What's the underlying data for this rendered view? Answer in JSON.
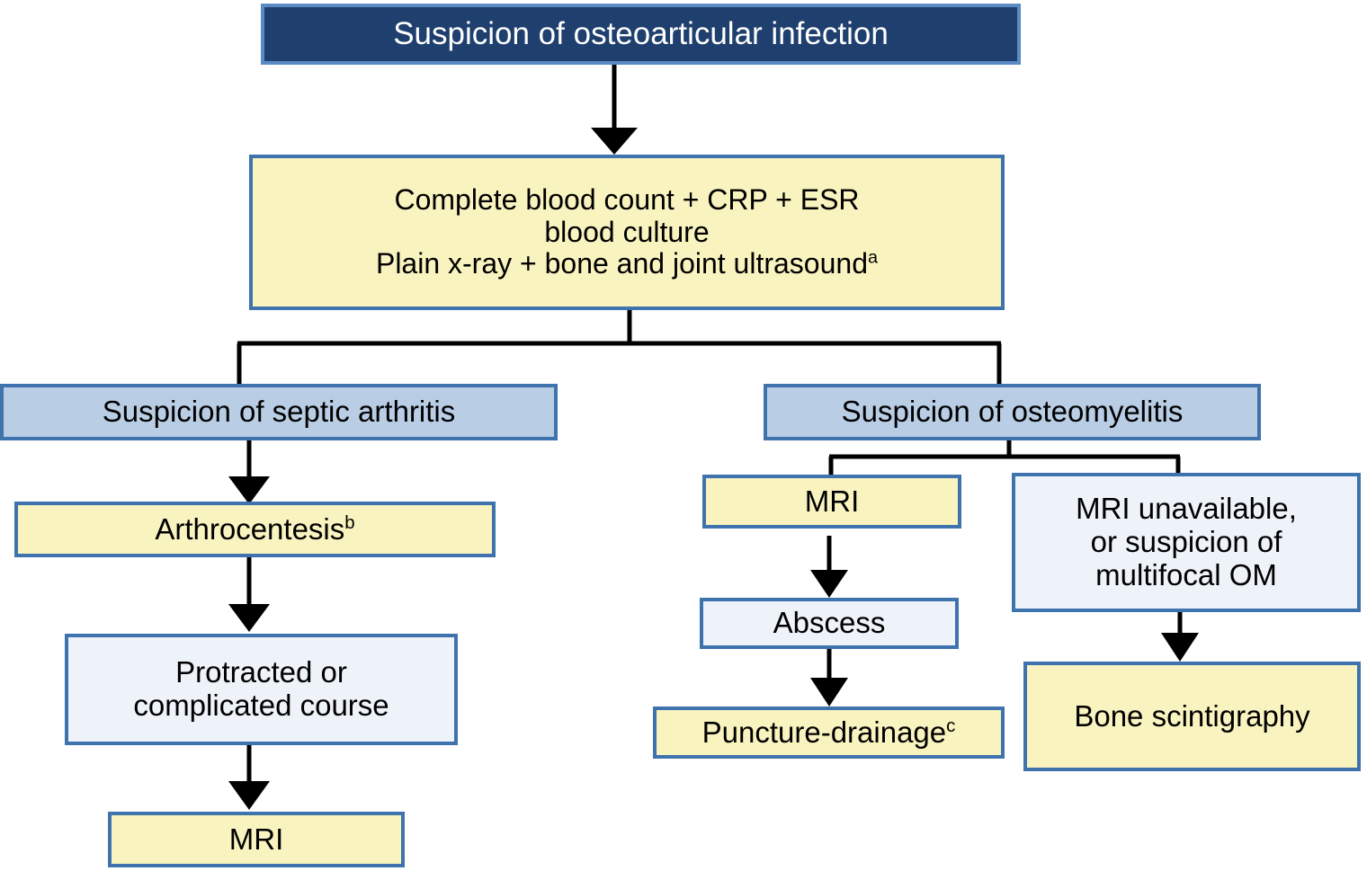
{
  "diagram": {
    "type": "flowchart",
    "title": "Suspicion of osteoarticular infection diagnostic algorithm",
    "colors": {
      "navy_fill": "#1f3f6e",
      "navy_text": "#ffffff",
      "yellow_fill": "#f9f3bf",
      "blue_fill": "#b9cde5",
      "pale_blue_fill": "#eef2f9",
      "border_blue": "#3f73ad",
      "navy_border": "#5b8bc4",
      "connector": "#000000"
    }
  },
  "nodes": {
    "root": {
      "label": "Suspicion of osteoarticular infection",
      "style": "navy"
    },
    "workup": {
      "line1": "Complete blood count + CRP + ESR",
      "line2": "blood culture",
      "line3": "Plain x-ray + bone and joint ultrasound",
      "line3_superscript": "a",
      "style": "yellow"
    },
    "septic_arthritis": {
      "label": "Suspicion of septic arthritis",
      "style": "blue"
    },
    "osteomyelitis": {
      "label": "Suspicion of osteomyelitis",
      "style": "blue"
    },
    "arthrocentesis": {
      "label": "Arthrocentesis",
      "superscript": "b",
      "style": "yellow"
    },
    "protracted": {
      "line1": "Protracted or",
      "line2": "complicated course",
      "style": "paleblue"
    },
    "mri_left": {
      "label": "MRI",
      "style": "yellow"
    },
    "mri_om": {
      "label": "MRI",
      "style": "yellow"
    },
    "abscess": {
      "label": "Abscess",
      "style": "paleblue"
    },
    "puncture_drainage": {
      "label": "Puncture-drainage",
      "superscript": "c",
      "style": "yellow"
    },
    "mri_unavailable": {
      "line1": "MRI unavailable,",
      "line2": "or suspicion of",
      "line3": "multifocal OM",
      "style": "paleblue"
    },
    "bone_scintigraphy": {
      "label": "Bone scintigraphy",
      "style": "yellow"
    }
  },
  "edges": [
    {
      "from": "root",
      "to": "workup",
      "arrow": true
    },
    {
      "from": "workup",
      "to": "septic_arthritis",
      "arrow": false
    },
    {
      "from": "workup",
      "to": "osteomyelitis",
      "arrow": false
    },
    {
      "from": "septic_arthritis",
      "to": "arthrocentesis",
      "arrow": true
    },
    {
      "from": "arthrocentesis",
      "to": "protracted",
      "arrow": true
    },
    {
      "from": "protracted",
      "to": "mri_left",
      "arrow": true
    },
    {
      "from": "osteomyelitis",
      "to": "mri_om",
      "arrow": false
    },
    {
      "from": "osteomyelitis",
      "to": "mri_unavailable",
      "arrow": false
    },
    {
      "from": "mri_om",
      "to": "abscess",
      "arrow": true
    },
    {
      "from": "abscess",
      "to": "puncture_drainage",
      "arrow": true
    },
    {
      "from": "mri_unavailable",
      "to": "bone_scintigraphy",
      "arrow": true
    }
  ]
}
